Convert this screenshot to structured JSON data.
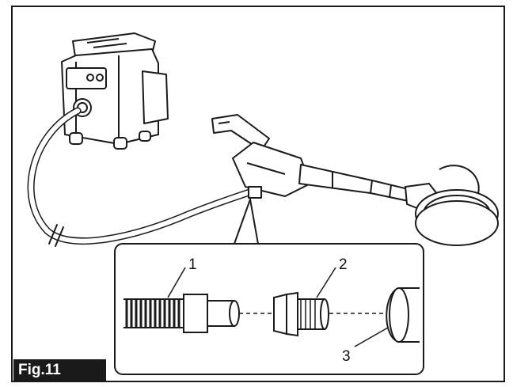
{
  "figure_label": "Fig.11",
  "callouts": [
    {
      "number": "1",
      "part": "hose"
    },
    {
      "number": "2",
      "part": "cuff"
    },
    {
      "number": "3",
      "part": "nozzle"
    }
  ],
  "colors": {
    "line": "#1a1a1a",
    "fill": "#ffffff",
    "tag_bg": "#1a1a1a"
  },
  "icons": [
    "dust-extractor-icon",
    "drywall-sander-icon",
    "hose-icon",
    "cuff-icon",
    "nozzle-icon"
  ]
}
